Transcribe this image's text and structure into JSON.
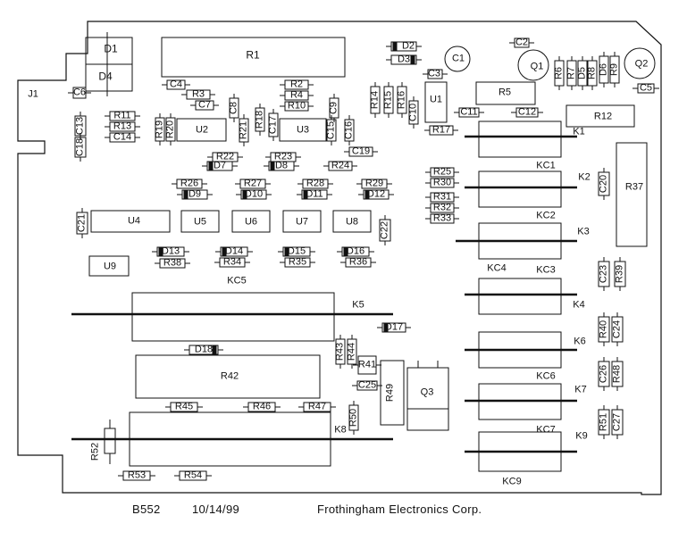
{
  "board": {
    "footer_part": "B552",
    "footer_date": "10/14/99",
    "footer_company": "Frothingham Electronics Corp."
  },
  "components": {
    "R1": "R1",
    "R2": "R2",
    "R3": "R3",
    "R4": "R4",
    "R5": "R5",
    "R6": "R6",
    "R7": "R7",
    "R8": "R8",
    "R9": "R9",
    "R10": "R10",
    "R11": "R11",
    "R12": "R12",
    "R13": "R13",
    "R14": "R14",
    "R15": "R15",
    "R16": "R16",
    "R17": "R17",
    "R18": "R18",
    "R19": "R19",
    "R20": "R20",
    "R21": "R21",
    "R22": "R22",
    "R23": "R23",
    "R24": "R24",
    "R25": "R25",
    "R26": "R26",
    "R27": "R27",
    "R28": "R28",
    "R29": "R29",
    "R30": "R30",
    "R31": "R31",
    "R32": "R32",
    "R33": "R33",
    "R34": "R34",
    "R35": "R35",
    "R36": "R36",
    "R37": "R37",
    "R38": "R38",
    "R39": "R39",
    "R40": "R40",
    "R41": "R41",
    "R42": "R42",
    "R43": "R43",
    "R44": "R44",
    "R45": "R45",
    "R46": "R46",
    "R47": "R47",
    "R48": "R48",
    "R49": "R49",
    "R50": "R50",
    "R51": "R51",
    "R52": "R52",
    "R53": "R53",
    "R54": "R54",
    "C1": "C1",
    "C2": "C2",
    "C3": "C3",
    "C4": "C4",
    "C5": "C5",
    "C6": "C6",
    "C7": "C7",
    "C8": "C8",
    "C9": "C9",
    "C10": "C10",
    "C11": "C11",
    "C12": "C12",
    "C13": "C13",
    "C14": "C14",
    "C15": "C15",
    "C16": "C16",
    "C17": "C17",
    "C18": "C18",
    "C19": "C19",
    "C20": "C20",
    "C21": "C21",
    "C22": "C22",
    "C23": "C23",
    "C24": "C24",
    "C25": "C25",
    "C26": "C26",
    "C27": "C27",
    "D1": "D1",
    "D2": "D2",
    "D3": "D3",
    "D4": "D4",
    "D5": "D5",
    "D6": "D6",
    "D7": "D7",
    "D8": "D8",
    "D9": "D9",
    "D10": "D10",
    "D11": "D11",
    "D12": "D12",
    "D13": "D13",
    "D14": "D14",
    "D15": "D15",
    "D16": "D16",
    "D17": "D17",
    "D18": "D18",
    "U1": "U1",
    "U2": "U2",
    "U3": "U3",
    "U4": "U4",
    "U5": "U5",
    "U6": "U6",
    "U7": "U7",
    "U8": "U8",
    "U9": "U9",
    "Q1": "Q1",
    "Q2": "Q2",
    "Q3": "Q3",
    "J1": "J1",
    "K1": "K1",
    "K2": "K2",
    "K3": "K3",
    "K4": "K4",
    "K5": "K5",
    "K6": "K6",
    "K7": "K7",
    "K8": "K8",
    "K9": "K9",
    "KC1": "KC1",
    "KC2": "KC2",
    "KC3": "KC3",
    "KC4": "KC4",
    "KC5": "KC5",
    "KC6": "KC6",
    "KC7": "KC7",
    "KC9": "KC9"
  }
}
